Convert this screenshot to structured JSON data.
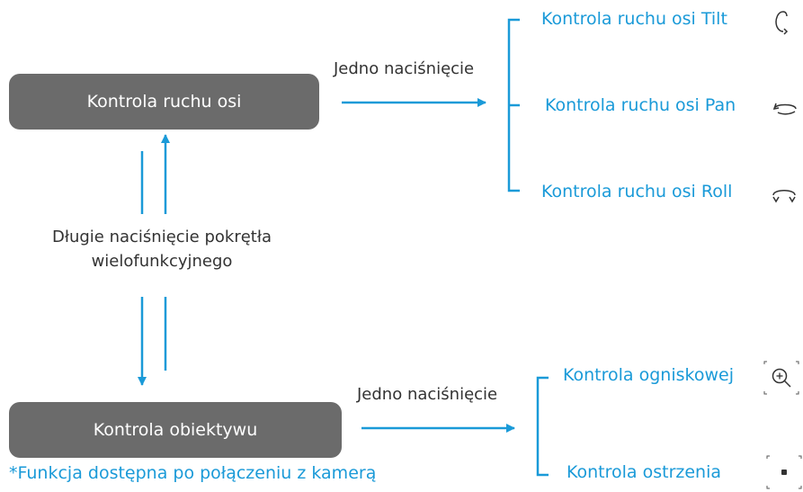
{
  "boxes": {
    "axis_control": "Kontrola ruchu osi",
    "lens_control": "Kontrola obiektywu"
  },
  "arrow_labels": {
    "top": "Jedno naciśnięcie",
    "bottom": "Jedno naciśnięcie"
  },
  "long_press": {
    "line1": "Długie naciśnięcie pokrętła",
    "line2": "wielofunkcyjnego"
  },
  "axis_options": [
    {
      "label": "Kontrola ruchu osi Tilt",
      "icon": "tilt-rotate-icon"
    },
    {
      "label": "Kontrola ruchu osi Pan",
      "icon": "pan-rotate-icon"
    },
    {
      "label": "Kontrola ruchu osi Roll",
      "icon": "roll-rotate-icon"
    }
  ],
  "lens_options": [
    {
      "label": "Kontrola ogniskowej",
      "icon": "zoom-in-icon"
    },
    {
      "label": "Kontrola ostrzenia",
      "icon": "focus-point-icon"
    }
  ],
  "footnote": "*Funkcja dostępna po połączeniu z kamerą",
  "colors": {
    "accent": "#1a9ad8",
    "box": "#6b6b6b",
    "text": "#333333"
  }
}
